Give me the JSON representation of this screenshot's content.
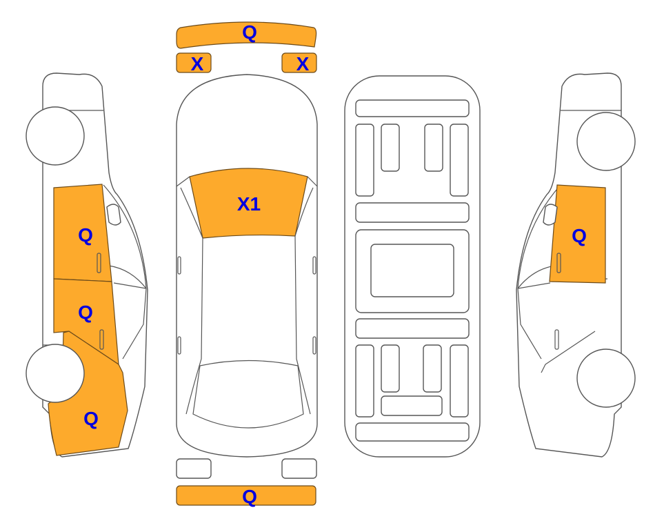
{
  "colors": {
    "damage_fill": "#FDAA2C",
    "label": "#0000E0",
    "outline": "#555555"
  },
  "views": {
    "left_side": {
      "front_door": {
        "label": "Q",
        "damaged": true
      },
      "rear_door": {
        "label": "Q",
        "damaged": true
      },
      "rear_fender": {
        "label": "Q",
        "damaged": true
      }
    },
    "top": {
      "front_bumper": {
        "label": "Q",
        "damaged": true
      },
      "left_headlight": {
        "label": "X",
        "damaged": true
      },
      "right_headlight": {
        "label": "X",
        "damaged": true
      },
      "windshield": {
        "label": "X1",
        "damaged": true
      },
      "rear_bumper": {
        "label": "Q",
        "damaged": true
      }
    },
    "right_side": {
      "front_door": {
        "label": "Q",
        "damaged": true
      }
    }
  }
}
